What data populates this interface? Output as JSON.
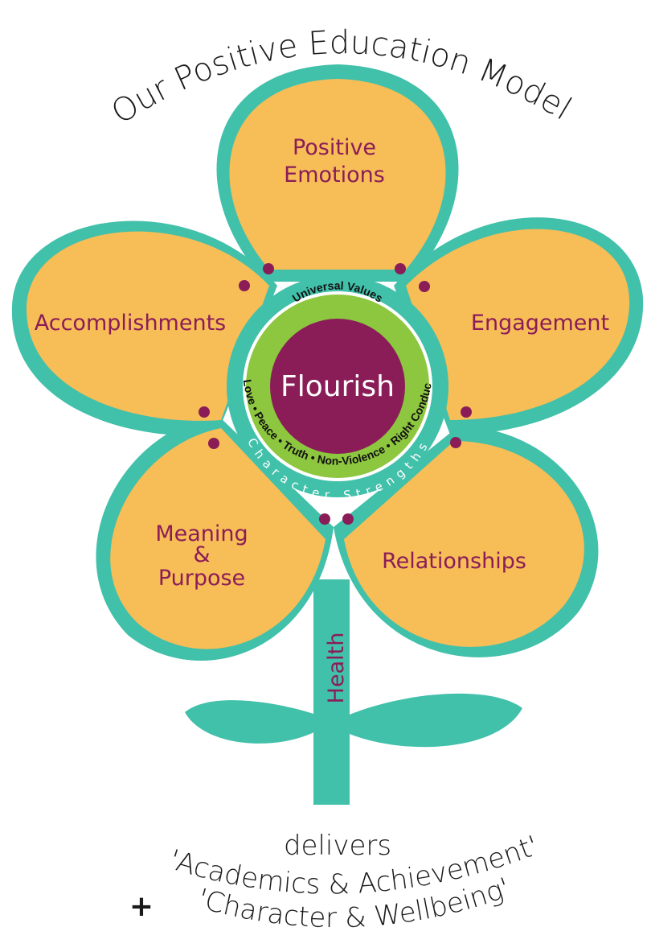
{
  "title": "Our Positive Education Model",
  "petals": {
    "top": [
      "Positive",
      "Emotions"
    ],
    "right": "Engagement",
    "left": "Accomplishments",
    "bottom_left": [
      "Meaning",
      "&",
      "Purpose"
    ],
    "bottom_right": "Relationships"
  },
  "center": {
    "label": "Flourish",
    "ring_heading": "Universal Values",
    "values": [
      "Love",
      "Peace",
      "Truth",
      "Non-Violence",
      "Right Conduct"
    ],
    "values_line": "Love • Peace • Truth • Non-Violence • Right Conduct",
    "outer_ring": "Character Strengths"
  },
  "stem_label": "Health",
  "footer": {
    "line1": "delivers",
    "line2": "'Academics & Achievement'",
    "plus": "+",
    "line3": "'Character & Wellbeing'"
  },
  "colors": {
    "petal_fill": "#f7bd57",
    "petal_outline": "#41c0aa",
    "text_purple": "#8a1d58",
    "center_fill": "#8a1d58",
    "values_ring": "#8dc63f",
    "dots": "#8a1d58"
  }
}
